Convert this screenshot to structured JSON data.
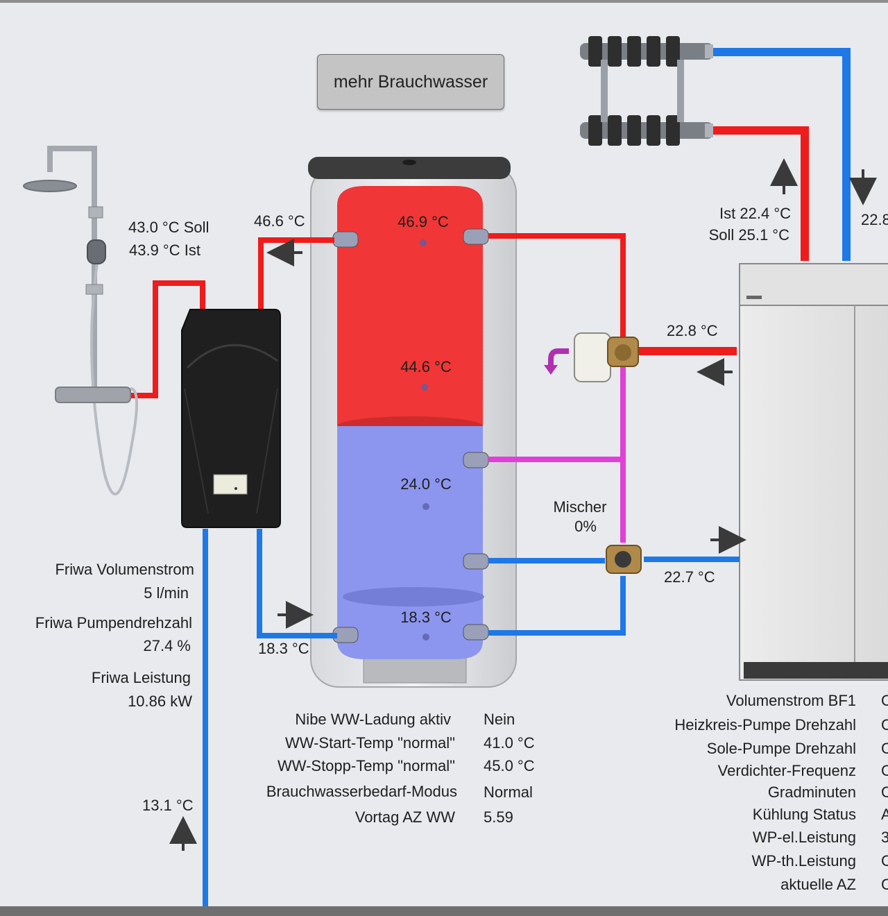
{
  "button": {
    "label": "mehr Brauchwasser"
  },
  "shower": {
    "soll": "43.0 °C Soll",
    "ist": "43.9 °C Ist"
  },
  "friwa": {
    "supply_temp": "46.6 °C",
    "return_temp": "18.3 °C",
    "cold_water_temp": "13.1 °C",
    "volumenstrom_label": "Friwa Volumenstrom",
    "volumenstrom_value": "5 l/min",
    "pumpendrehzahl_label": "Friwa Pumpendrehzahl",
    "pumpendrehzahl_value": "27.4 %",
    "leistung_label": "Friwa Leistung",
    "leistung_value": "10.86 kW"
  },
  "tank": {
    "temps": [
      "46.9 °C",
      "44.6 °C",
      "24.0 °C",
      "18.3 °C"
    ],
    "hot_fraction": 0.52
  },
  "mixer": {
    "label": "Mischer",
    "value": "0%"
  },
  "heatpump": {
    "flow_temp": "22.8 °C",
    "return_temp": "22.7 °C",
    "circuit_ist": "Ist 22.4 °C",
    "circuit_soll": "Soll 25.1 °C",
    "circuit_return_temp": "22.8"
  },
  "ww_info": [
    {
      "label": "Nibe WW-Ladung aktiv",
      "value": "Nein"
    },
    {
      "label": "WW-Start-Temp \"normal\"",
      "value": "41.0 °C"
    },
    {
      "label": "WW-Stopp-Temp \"normal\"",
      "value": "45.0 °C"
    },
    {
      "label": "Brauchwasserbedarf-Modus",
      "value": "Normal"
    },
    {
      "label": "Vortag AZ WW",
      "value": "5.59"
    }
  ],
  "hp_info": [
    {
      "label": "Volumenstrom BF1",
      "value": "C"
    },
    {
      "label": "Heizkreis-Pumpe Drehzahl",
      "value": "C"
    },
    {
      "label": "Sole-Pumpe Drehzahl",
      "value": "C"
    },
    {
      "label": "Verdichter-Frequenz",
      "value": "C"
    },
    {
      "label": "Gradminuten",
      "value": "C"
    },
    {
      "label": "Kühlung Status",
      "value": "A"
    },
    {
      "label": "WP-el.Leistung",
      "value": "3"
    },
    {
      "label": "WP-th.Leistung",
      "value": "C"
    },
    {
      "label": "aktuelle AZ",
      "value": "C"
    }
  ],
  "colors": {
    "hot": "#ee1c1c",
    "cold": "#1e78e6",
    "mixed": "#e040d8",
    "tank_hot": "#f03636",
    "tank_cold": "#8c96ee",
    "arrow": "#3a3a3a"
  }
}
